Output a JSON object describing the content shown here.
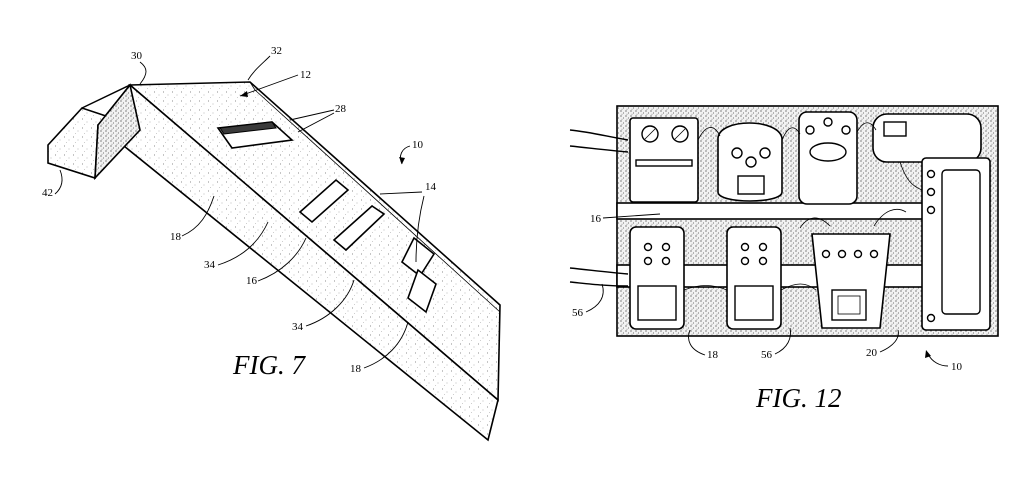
{
  "figures": [
    {
      "caption": "FIG. 7",
      "labels": {
        "r30": "30",
        "r32": "32",
        "r12": "12",
        "r28": "28",
        "r10": "10",
        "r14": "14",
        "r42": "42",
        "r18a": "18",
        "r34a": "34",
        "r16": "16",
        "r34b": "34",
        "r18b": "18"
      }
    },
    {
      "caption": "FIG. 12",
      "labels": {
        "r16": "16",
        "r56a": "56",
        "r18": "18",
        "r56b": "56",
        "r20": "20",
        "r10": "10"
      }
    }
  ],
  "colors": {
    "ink": "#000000",
    "paper": "#ffffff",
    "foam_fill": "#e8e8e8"
  }
}
